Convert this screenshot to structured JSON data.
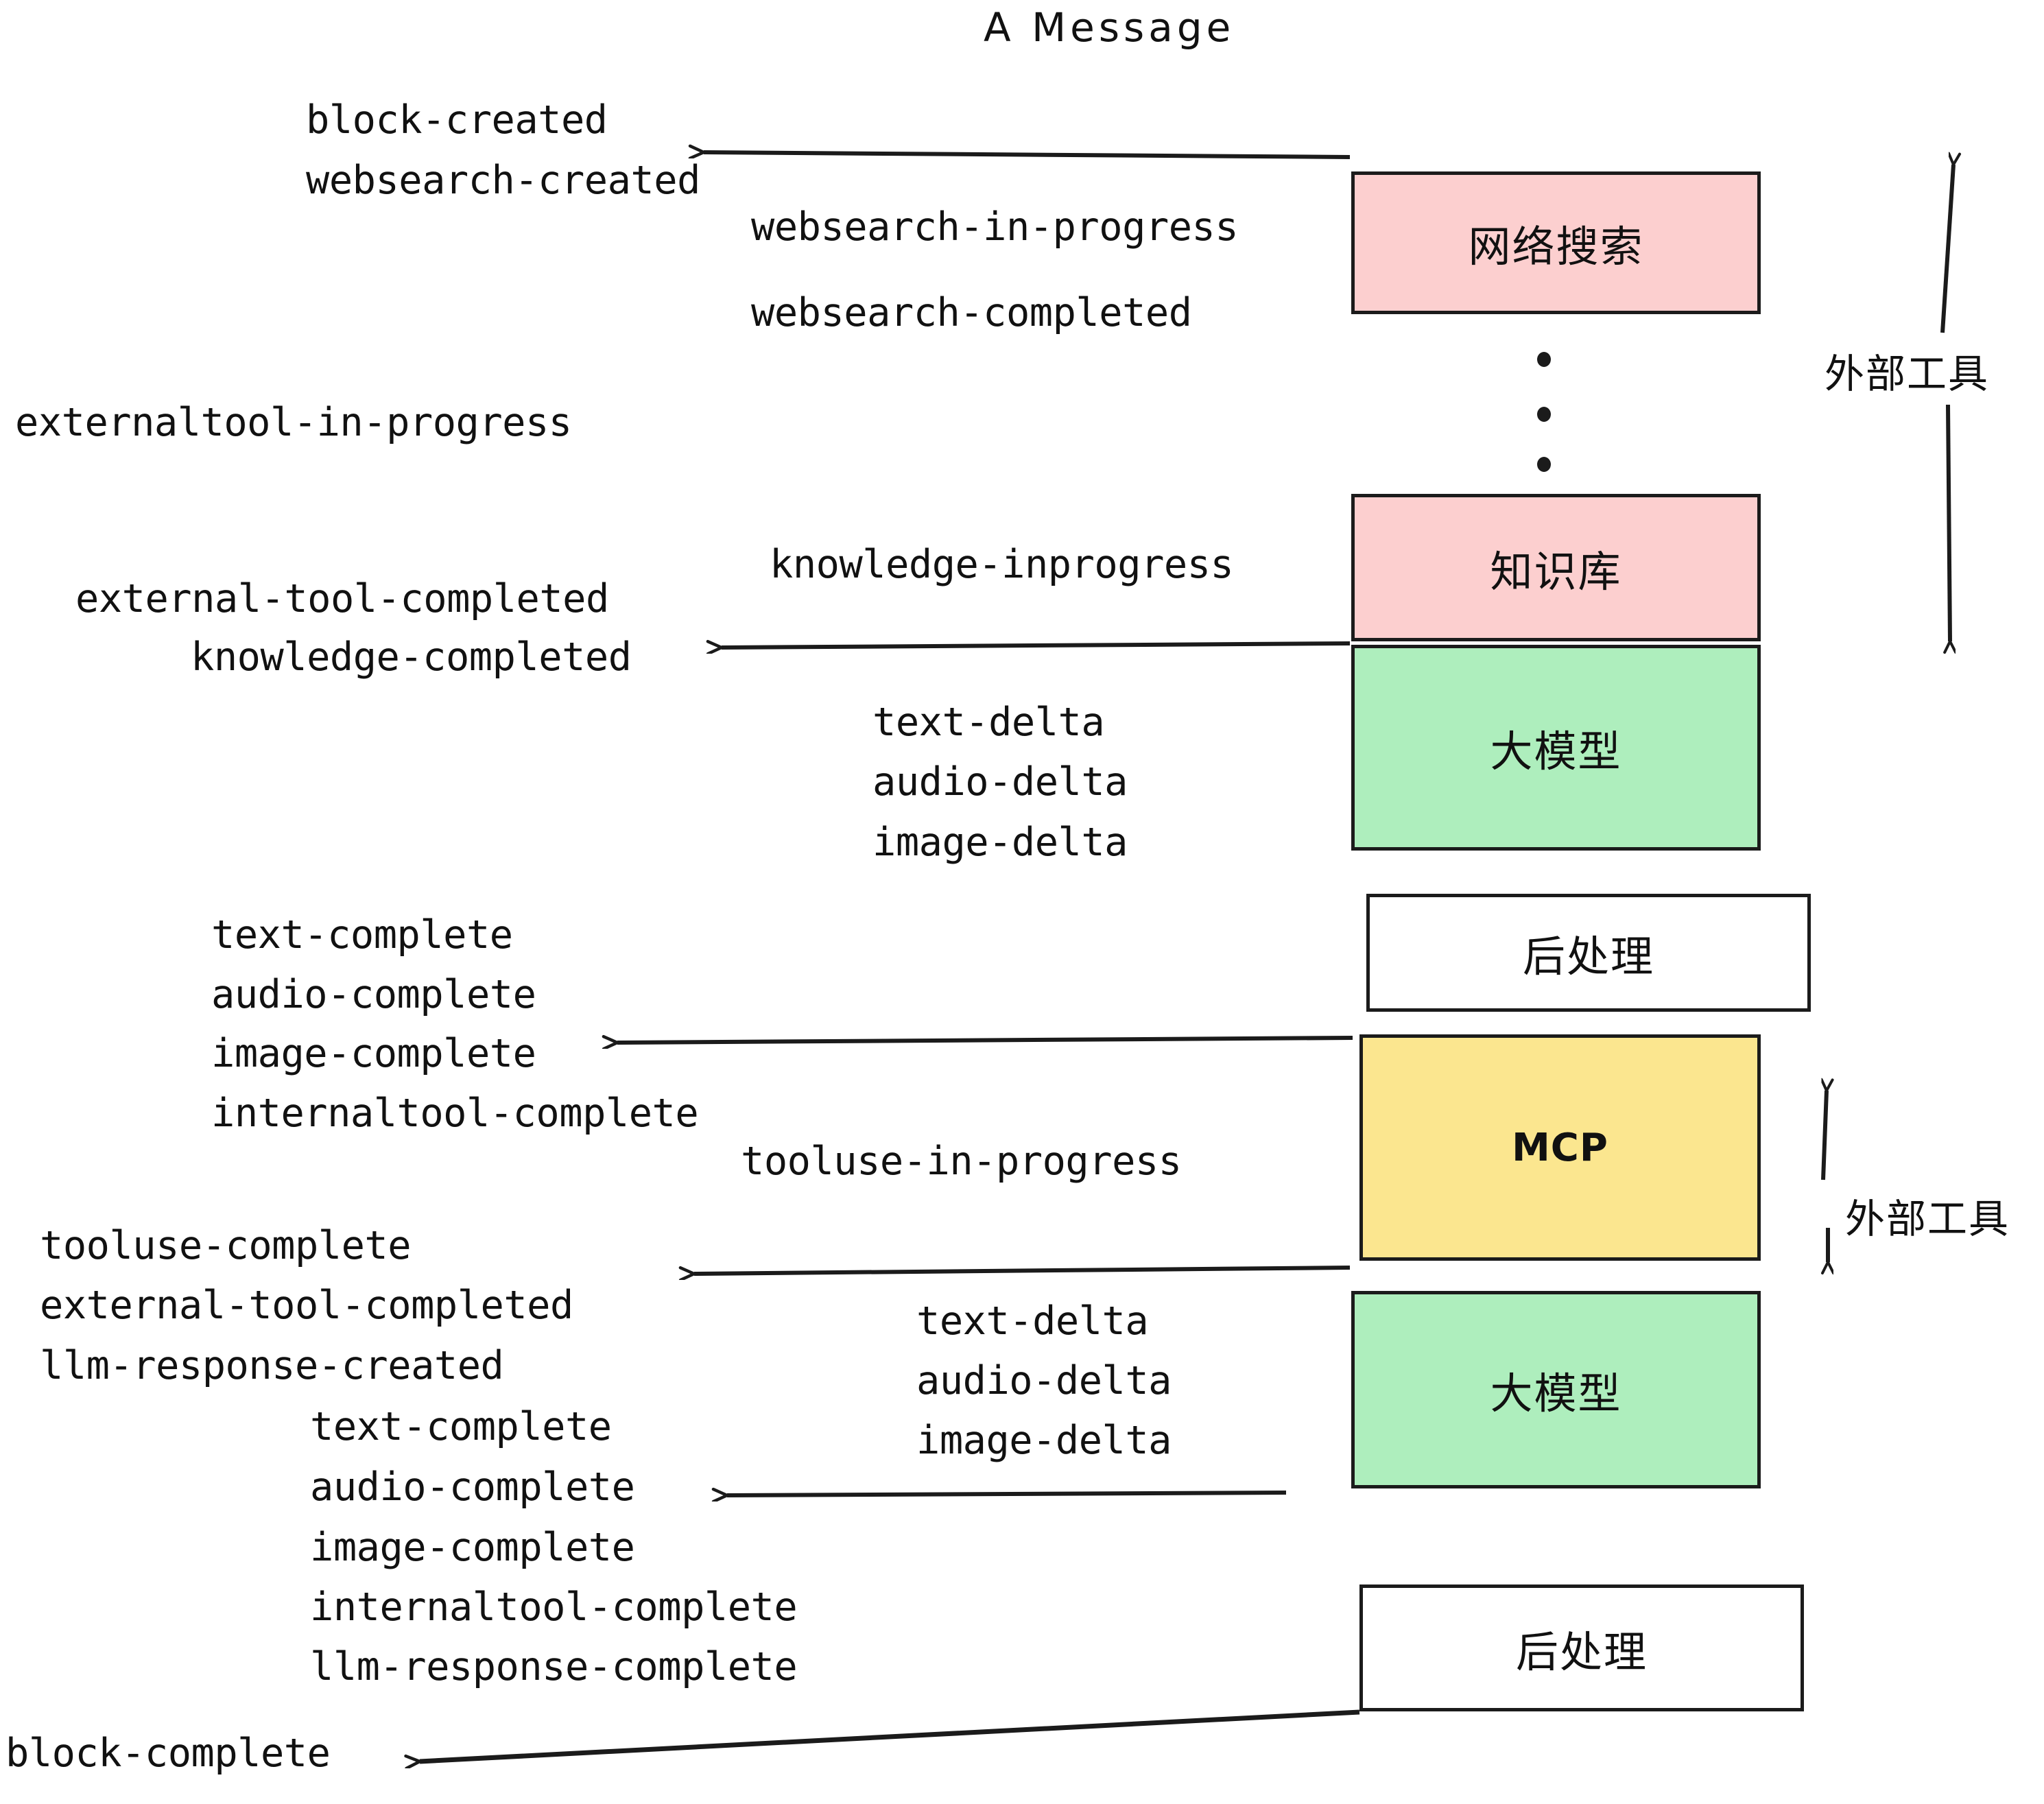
{
  "title": "A Message",
  "colors": {
    "pink": "#fccfcf",
    "green": "#aeeebd",
    "yellow": "#fbe68f",
    "white": "#ffffff",
    "stroke": "#1b1b1b",
    "text": "#111111",
    "background": "#ffffff"
  },
  "nodes": [
    {
      "id": "websearch",
      "label": "网络搜索",
      "fill": "#fccfcf"
    },
    {
      "id": "knowledge",
      "label": "知识库",
      "fill": "#fccfcf"
    },
    {
      "id": "llm-1",
      "label": "大模型",
      "fill": "#aeeebd"
    },
    {
      "id": "postproc-1",
      "label": "后处理",
      "fill": "#ffffff"
    },
    {
      "id": "mcp",
      "label": "MCP",
      "fill": "#fbe68f"
    },
    {
      "id": "llm-2",
      "label": "大模型",
      "fill": "#aeeebd"
    },
    {
      "id": "postproc-2",
      "label": "后处理",
      "fill": "#ffffff"
    }
  ],
  "group_labels": [
    {
      "id": "external-tools-top",
      "label": "外部工具"
    },
    {
      "id": "external-tools-bottom",
      "label": "外部工具"
    }
  ],
  "events": [
    {
      "id": "block-created",
      "label": "block-created"
    },
    {
      "id": "websearch-created",
      "label": "websearch-created"
    },
    {
      "id": "websearch-in-progress",
      "label": "websearch-in-progress"
    },
    {
      "id": "websearch-completed",
      "label": "websearch-completed"
    },
    {
      "id": "externaltool-in-progress",
      "label": "externaltool-in-progress"
    },
    {
      "id": "knowledge-inprogress",
      "label": "knowledge-inprogress"
    },
    {
      "id": "external-tool-completed-1",
      "label": "external-tool-completed"
    },
    {
      "id": "knowledge-completed",
      "label": "knowledge-completed"
    },
    {
      "id": "text-delta-1",
      "label": "text-delta"
    },
    {
      "id": "audio-delta-1",
      "label": "audio-delta"
    },
    {
      "id": "image-delta-1",
      "label": "image-delta"
    },
    {
      "id": "text-complete-1",
      "label": "text-complete"
    },
    {
      "id": "audio-complete-1",
      "label": "audio-complete"
    },
    {
      "id": "image-complete-1",
      "label": "image-complete"
    },
    {
      "id": "internaltool-complete-1",
      "label": "internaltool-complete"
    },
    {
      "id": "tooluse-in-progress",
      "label": "tooluse-in-progress"
    },
    {
      "id": "tooluse-complete",
      "label": "tooluse-complete"
    },
    {
      "id": "external-tool-completed-2",
      "label": "external-tool-completed"
    },
    {
      "id": "llm-response-created",
      "label": "llm-response-created"
    },
    {
      "id": "text-delta-2",
      "label": "text-delta"
    },
    {
      "id": "audio-delta-2",
      "label": "audio-delta"
    },
    {
      "id": "image-delta-2",
      "label": "image-delta"
    },
    {
      "id": "text-complete-2",
      "label": "text-complete"
    },
    {
      "id": "audio-complete-2",
      "label": "audio-complete"
    },
    {
      "id": "image-complete-2",
      "label": "image-complete"
    },
    {
      "id": "internaltool-complete-2",
      "label": "internaltool-complete"
    },
    {
      "id": "llm-response-complete",
      "label": "llm-response-complete"
    },
    {
      "id": "block-complete",
      "label": "block-complete"
    }
  ]
}
